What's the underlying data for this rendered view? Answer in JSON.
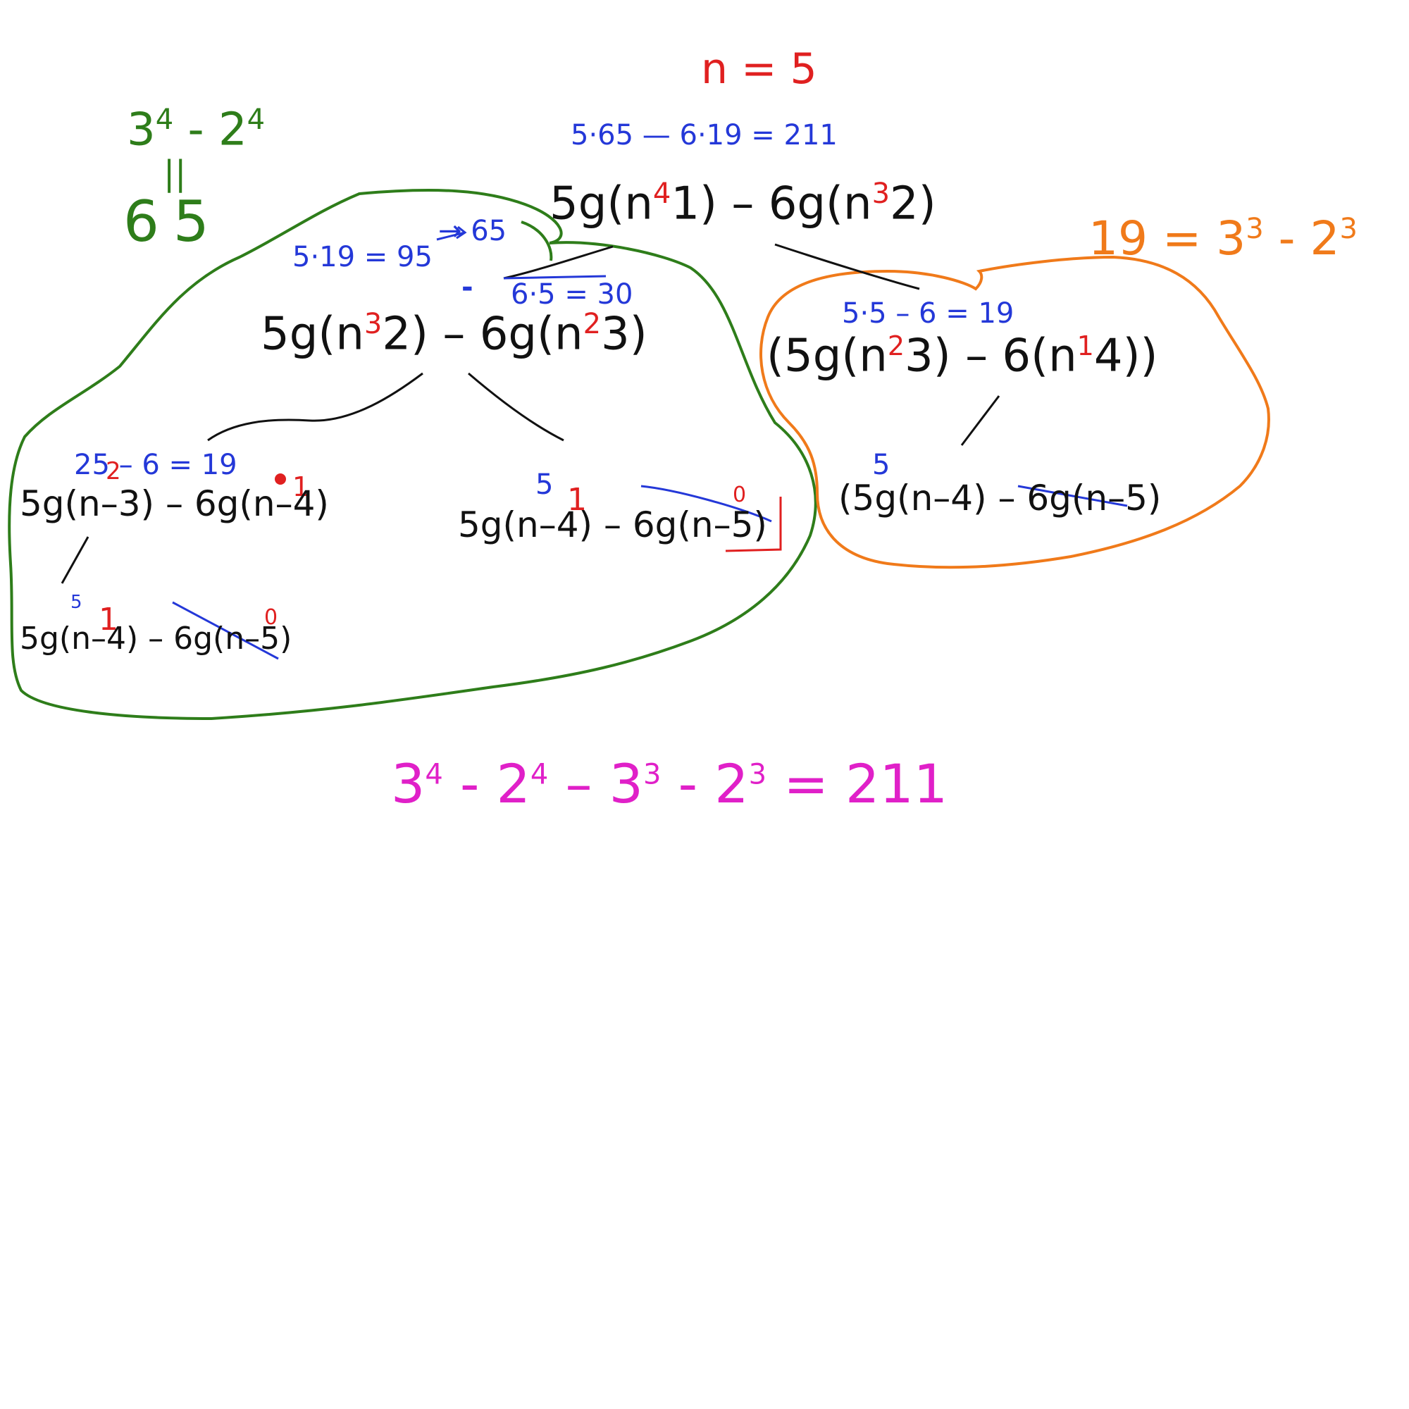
{
  "colors": {
    "ink": "#111111",
    "red": "#e02020",
    "blue": "#2438d8",
    "green": "#2e7d1a",
    "orange": "#f07a1a",
    "magenta": "#e020c8"
  },
  "top": {
    "n_value": "n = 5",
    "calc": "5·65  —  6·19 = 211",
    "expr_a": "5g(n",
    "expr_a_red": "4",
    "expr_b": "1) – 6g(n",
    "expr_b_red": "3",
    "expr_c": "2)"
  },
  "green_note": {
    "line1_base1": "3",
    "line1_exp1": "4",
    "line1_mid": " - 2",
    "line1_exp2": "4",
    "equals": "||",
    "line2": "65"
  },
  "orange_note": {
    "text": "19 = 3",
    "exp1": "3",
    "mid": " - 2",
    "exp2": "3"
  },
  "green_group": {
    "calc1": "5·19 = 95",
    "calc_arrow": "→ 65",
    "calc_minus": "-",
    "calc2": "6·5 = 30",
    "main_a": "5g(n",
    "main_red1": "3",
    "main_b": "2) – 6g(n",
    "main_red2": "2",
    "main_c": "3)",
    "left_blue": "25  –  6  = 19",
    "left_red1": "2",
    "left_red2": "1",
    "left_expr": "5g(n–3) – 6g(n–4)",
    "right_blue": "5",
    "right_red1": "1",
    "right_red2": "0",
    "right_expr": "5g(n–4) – 6g(n–5)",
    "bottom_blue": "5",
    "bottom_red1": "1",
    "bottom_red2": "0",
    "bottom_expr": "5g(n–4) – 6g(n–5)"
  },
  "orange_group": {
    "calc": "5·5  –  6 = 19",
    "main_a": "(5g(n",
    "main_red1": "2",
    "main_b": "3) – 6(n",
    "main_red2": "1",
    "main_c": "4))",
    "sub_blue": "5",
    "sub_expr": "(5g(n–4) – 6g(n–5)"
  },
  "bottom_eq": {
    "b1": "3",
    "e1": "4",
    "b2": " - 2",
    "e2": "4",
    "b3": " – 3",
    "e3": "3",
    "b4": " - 2",
    "e4": "3",
    "tail": " = 211"
  }
}
